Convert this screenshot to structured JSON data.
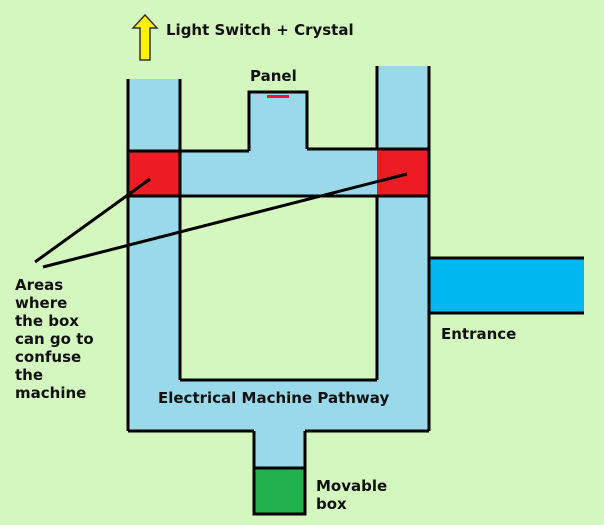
{
  "labels": {
    "top_destination": "Light Switch + Crystal",
    "panel": "Panel",
    "areas_note": "Areas\nwhere\nthe box\ncan go to\nconfuse\nthe\nmachine",
    "entrance": "Entrance",
    "pathway": "Electrical Machine Pathway",
    "movable_box": "Movable\nbox"
  },
  "colors": {
    "background": "#d4f7bf",
    "pathway": "#99d9ea",
    "hot_zone": "#ed1c24",
    "entrance": "#00b7ef",
    "box": "#22b14c",
    "arrow": "#fff200",
    "panel_mark": "#ed1c24",
    "outline": "#000000"
  }
}
